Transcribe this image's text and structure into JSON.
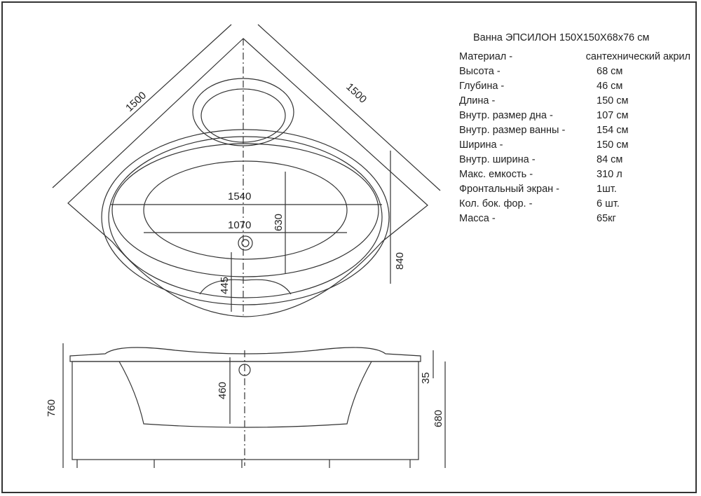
{
  "title": "Ванна ЭПСИЛОН 150Х150Х68х76 см",
  "specs": [
    {
      "label": "Материал -",
      "value": "сантехнический акрил"
    },
    {
      "label": "Высота  -",
      "value": "68 см"
    },
    {
      "label": "Глубина  -",
      "value": "46  см"
    },
    {
      "label": "Длина   -",
      "value": "150  см"
    },
    {
      "label": "Внутр. размер дна -",
      "value": "107   см"
    },
    {
      "label": "Внутр. размер ванны -",
      "value": "154 см"
    },
    {
      "label": "Ширина  -",
      "value": "150  см"
    },
    {
      "label": "Внутр. ширина -",
      "value": "84 см"
    },
    {
      "label": "Макс. емкость -",
      "value": "310 л"
    },
    {
      "label": "Фронтальный экран -",
      "value": "1шт."
    },
    {
      "label": "Кол. бок. фор. -",
      "value": "6 шт."
    },
    {
      "label": "Масса -",
      "value": "65кг"
    }
  ],
  "dimensions": {
    "side_left": "1500",
    "side_right": "1500",
    "inner_length": "1540",
    "bottom_length": "1070",
    "bottom_width": "630",
    "inner_width": "840",
    "drain_offset": "445",
    "total_height": "760",
    "depth": "460",
    "rim": "35",
    "panel_height": "680"
  }
}
